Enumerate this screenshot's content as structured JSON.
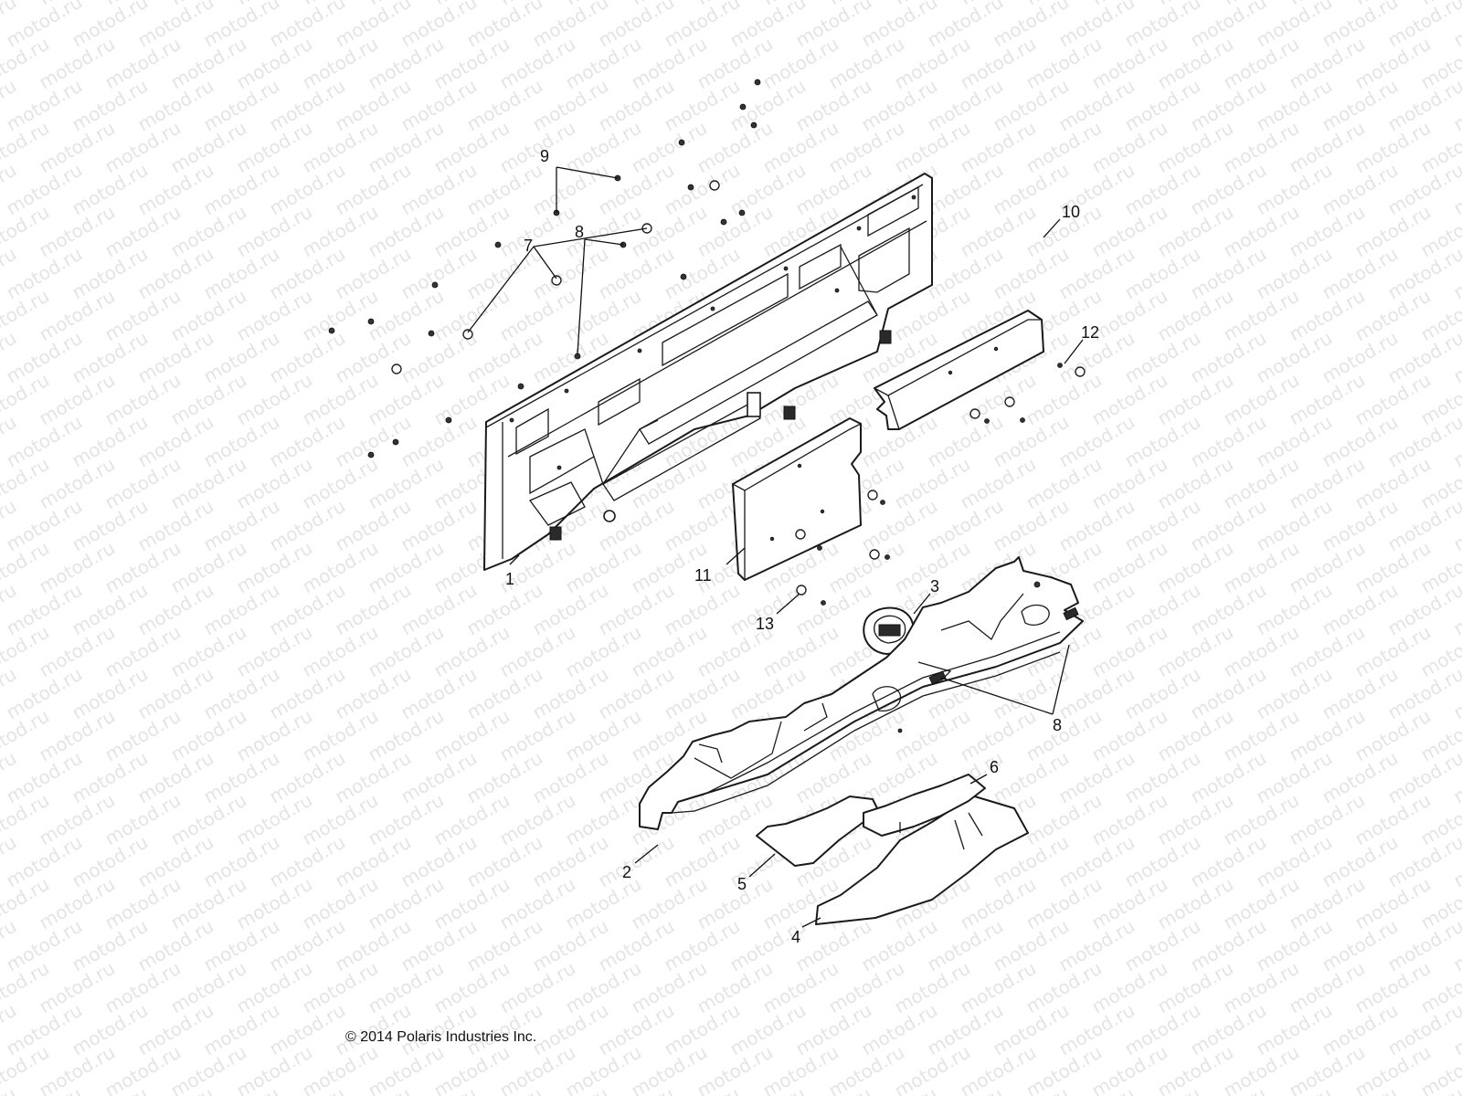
{
  "watermark": {
    "text": "motod.ru"
  },
  "copyright": "© 2014 Polaris Industries Inc.",
  "callouts": [
    {
      "id": "c1",
      "label": "1"
    },
    {
      "id": "c2",
      "label": "2"
    },
    {
      "id": "c3",
      "label": "3"
    },
    {
      "id": "c4",
      "label": "4"
    },
    {
      "id": "c5",
      "label": "5"
    },
    {
      "id": "c6",
      "label": "6"
    },
    {
      "id": "c7",
      "label": "7"
    },
    {
      "id": "c8a",
      "label": "8"
    },
    {
      "id": "c8b",
      "label": "8"
    },
    {
      "id": "c9",
      "label": "9"
    },
    {
      "id": "c10",
      "label": "10"
    },
    {
      "id": "c11",
      "label": "11"
    },
    {
      "id": "c12",
      "label": "12"
    },
    {
      "id": "c13",
      "label": "13"
    }
  ]
}
